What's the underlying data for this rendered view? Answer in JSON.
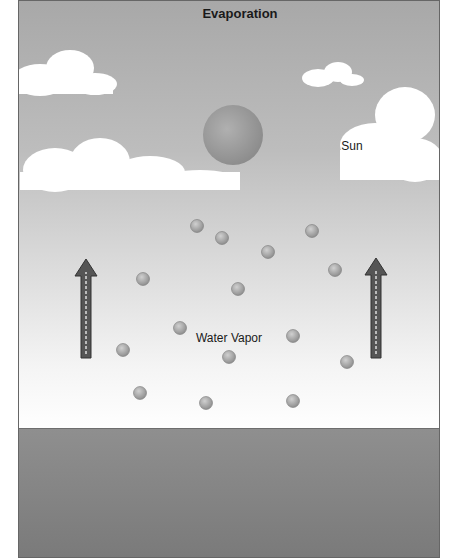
{
  "diagram": {
    "title": "Evaporation",
    "labels": [
      "Sun",
      "Water Vapor"
    ]
  }
}
